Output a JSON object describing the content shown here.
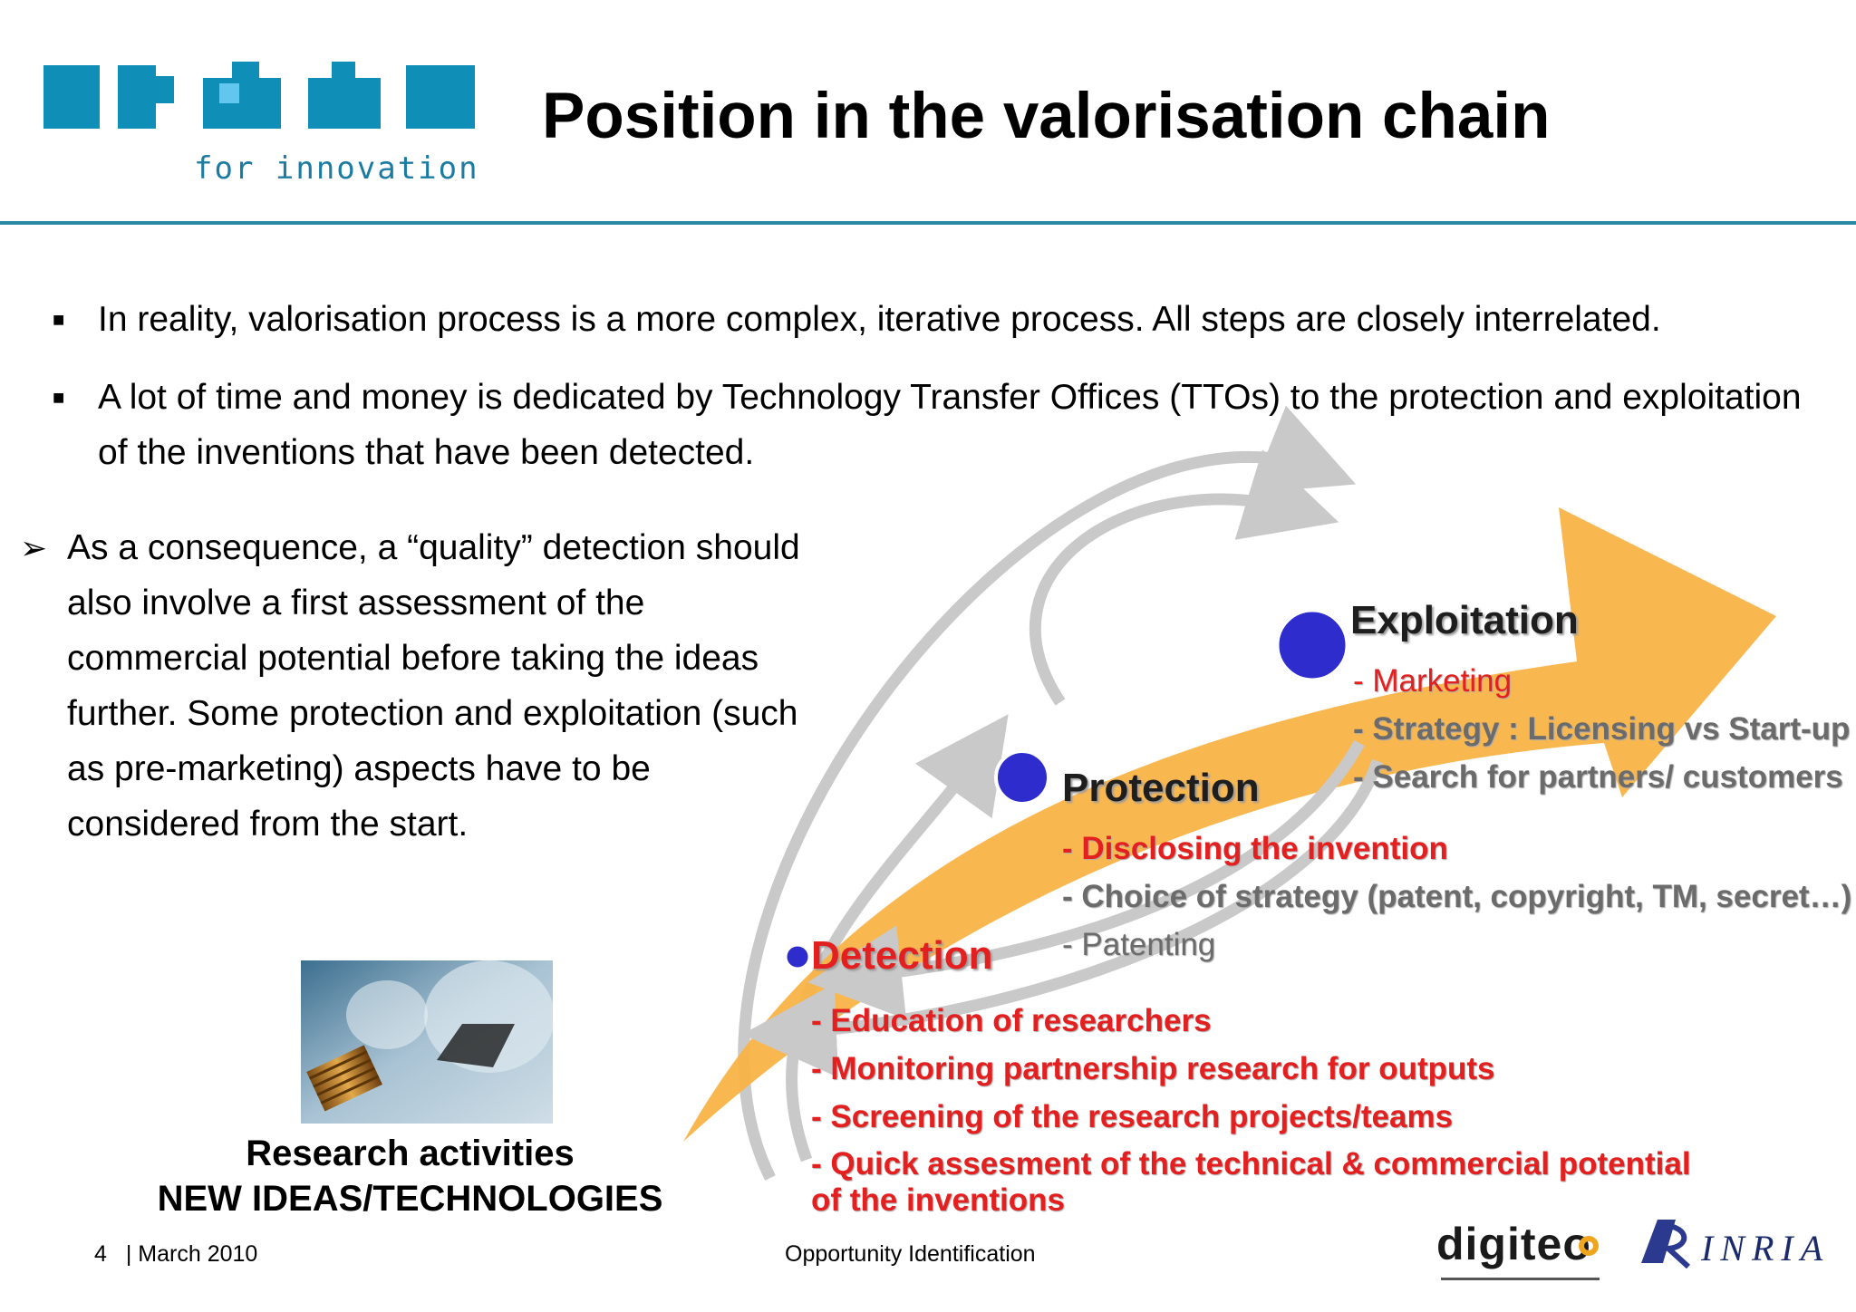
{
  "logo": {
    "tagline": "for innovation",
    "color": "#0f8fb8"
  },
  "title": "Position in the valorisation chain",
  "bullets": [
    "In reality, valorisation process is a more complex, iterative process. All steps are closely interrelated.",
    "A lot of time and money is dedicated by Technology Transfer Offices (TTOs) to the protection and exploitation of the inventions that have been detected."
  ],
  "consequence": "As a consequence, a “quality” detection should also involve a first assessment of the commercial potential before taking the ideas further. Some protection and exploitation (such as pre-marketing) aspects have to be considered from the start.",
  "research": {
    "line1": "Research activities",
    "line2": "NEW IDEAS/TECHNOLOGIES"
  },
  "diagram": {
    "arrow_color": "#f9b347",
    "dot_color": "#2e2ccc",
    "stages": {
      "exploitation": {
        "label": "Exploitation",
        "items": [
          "- Marketing",
          "- Strategy : Licensing vs Start-up",
          "- Search for partners/ customers"
        ]
      },
      "protection": {
        "label": "Protection",
        "items": [
          "- Disclosing the invention",
          "- Choice of strategy (patent, copyright, TM, secret…)",
          "- Patenting"
        ]
      },
      "detection": {
        "label": "Detection",
        "items": [
          "- Education of researchers",
          "- Monitoring partnership research for outputs",
          "- Screening of the research projects/teams",
          "- Quick assesment of the technical & commercial potential of the inventions"
        ]
      }
    }
  },
  "footer": {
    "page": "4",
    "date": "| March 2010",
    "topic": "Opportunity Identification"
  },
  "partners": {
    "digiteo": "digiteo",
    "inria": "INRIA"
  }
}
